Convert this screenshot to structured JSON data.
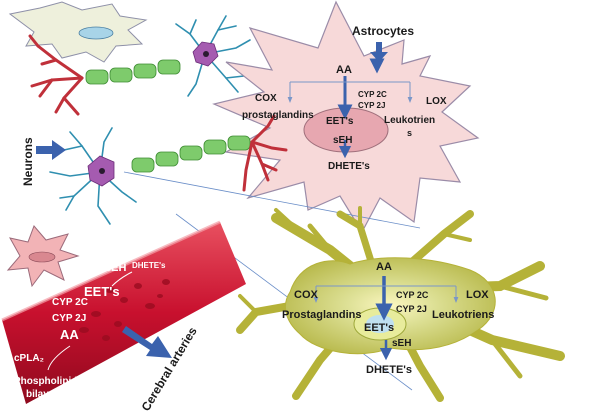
{
  "labels": {
    "astrocytes": "Astrocytes",
    "neurons": "Neurons",
    "cerebral_arteries": "Cerebral arteries",
    "astro": {
      "aa": "AA",
      "cox": "COX",
      "prostaglandins": "prostaglandins",
      "cyp2c": "CYP 2C",
      "cyp2j": "CYP 2J",
      "lox": "LOX",
      "leukotriens_1": "Leukotrien",
      "leukotriens_2": "s",
      "eets": "EET's",
      "seh": "sEH",
      "dhetes": "DHETE's"
    },
    "artery": {
      "seh": "sEH",
      "dhetes": "DHETE's",
      "cyp2c": "CYP 2C",
      "eets": "EET's",
      "cyp2j": "CYP 2J",
      "aa": "AA",
      "cpla2": "cPLA₂",
      "phospholipid": "Phospholipid",
      "bilayer": "bilayer"
    },
    "neuron": {
      "aa": "AA",
      "cox": "COX",
      "cyp2c": "CYP 2C",
      "lox": "LOX",
      "prostaglandins": "Prostaglandins",
      "cyp2j": "CYP 2J",
      "leukotriens": "Leukotriens",
      "eets": "EET's",
      "seh": "sEH",
      "dhetes": "DHETE's"
    }
  },
  "colors": {
    "astro_fill": "#f7d9d9",
    "astro_stroke": "#9b8ca8",
    "eet_oval": "#e7a7b0",
    "neuron_body": "#d0d783",
    "neuron_dark": "#b5b238",
    "nucleus": "#e8ec9c",
    "vessel": "#c8102e",
    "arrow_blue": "#3b62ad",
    "axon_green": "#7ecb6c",
    "dendrite_teal": "#2f8fb0",
    "terminal_red": "#c0303a"
  }
}
